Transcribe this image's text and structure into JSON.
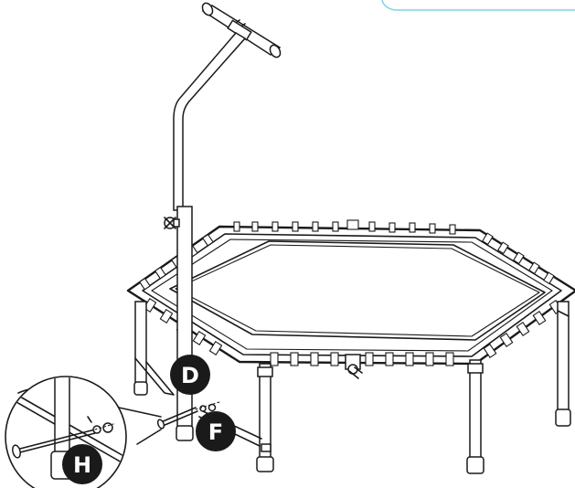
{
  "callouts": {
    "d": "D",
    "f": "F",
    "h": "H"
  },
  "colors": {
    "line": "#1a1a1a",
    "badge": "#1a1a1a",
    "badge_text": "#ffffff",
    "corner_tab": "#7fd3e6"
  }
}
